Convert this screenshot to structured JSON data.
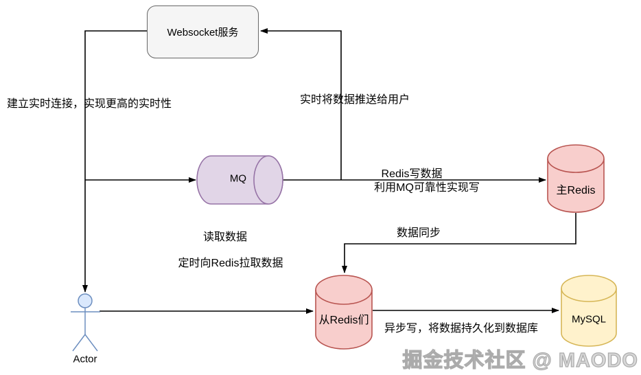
{
  "nodes": {
    "websocket": "Websocket服务",
    "mq": "MQ",
    "master_redis": "主Redis",
    "slave_redis": "从Redis们",
    "mysql": "MySQL",
    "actor": "Actor"
  },
  "labels": {
    "realtime_connection": "建立实时连接，实现更高的实时性",
    "push_to_user": "实时将数据推送给用户",
    "redis_write": "Redis写数据",
    "mq_reliable_write": "利用MQ可靠性实现写",
    "read_data": "读取数据",
    "poll_redis": "定时向Redis拉取数据",
    "data_sync": "数据同步",
    "async_write": "异步写，将数据持久化到数据库"
  },
  "watermark": "掘金技术社区 @ MAODO",
  "colors": {
    "mq_fill": "#E1D5E7",
    "mq_stroke": "#9673A6",
    "redis_fill": "#F8CECC",
    "redis_stroke": "#B85450",
    "mysql_fill": "#FFF2CC",
    "mysql_stroke": "#D6B656",
    "box_fill": "#F5F5F5",
    "box_stroke": "#666666",
    "actor_fill": "#DAE8FC",
    "actor_stroke": "#6C8EBF",
    "edge_line": "#000000",
    "watermark_color": "#D8D8D8"
  }
}
